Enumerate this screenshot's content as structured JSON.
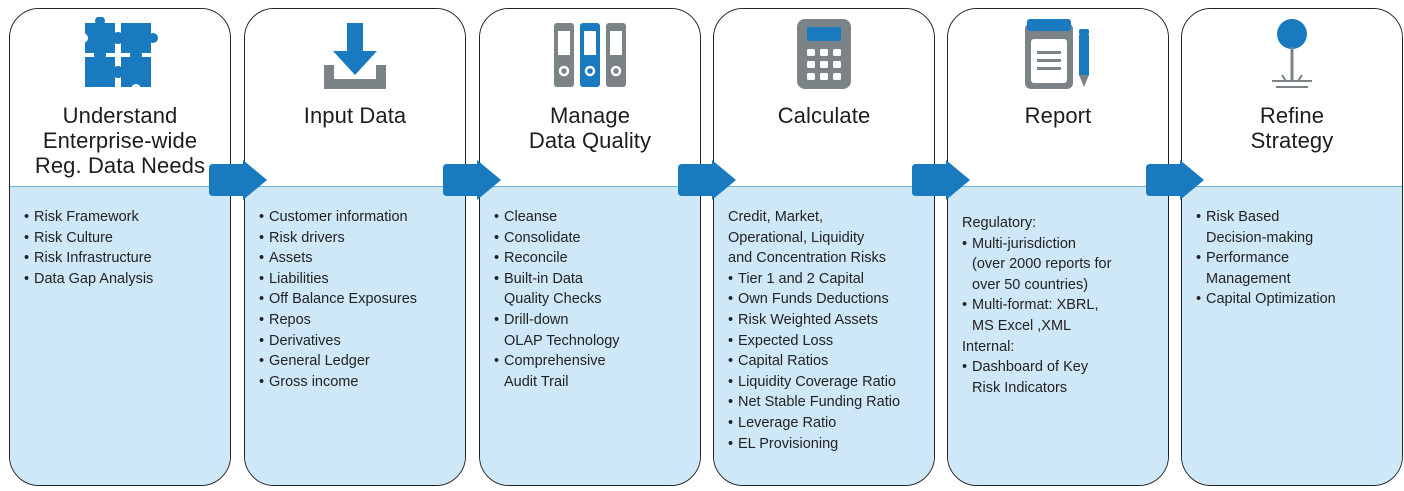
{
  "colors": {
    "accent": "#1a7ac0",
    "panel": "#cfe8f8",
    "border": "#1f2326",
    "icon_gray": "#7c8387"
  },
  "steps": [
    {
      "icon": "puzzle-icon",
      "title": [
        "Understand",
        "Enterprise-wide",
        "Reg. Data Needs"
      ],
      "items": [
        "Risk Framework",
        "Risk Culture",
        "Risk Infrastructure",
        "Data Gap Analysis"
      ]
    },
    {
      "icon": "download-icon",
      "title": [
        "Input Data"
      ],
      "items": [
        "Customer information",
        "Risk drivers",
        "Assets",
        "Liabilities",
        "Off Balance Exposures",
        "Repos",
        "Derivatives",
        "General Ledger",
        "Gross income"
      ]
    },
    {
      "icon": "binders-icon",
      "title": [
        "Manage",
        "Data Quality"
      ],
      "items": [
        "Cleanse",
        "Consolidate",
        "Reconcile",
        "Built-in Data",
        "Quality Checks",
        "Drill-down",
        "OLAP Technology",
        "Comprehensive",
        "Audit Trail"
      ]
    },
    {
      "icon": "calculator-icon",
      "title": [
        "Calculate"
      ],
      "intro": [
        "Credit, Market,",
        "Operational, Liquidity",
        "and Concentration Risks"
      ],
      "items": [
        "Tier 1 and 2 Capital",
        "Own Funds Deductions",
        "Risk Weighted Assets",
        "Expected Loss",
        "Capital Ratios",
        "Liquidity Coverage Ratio",
        "Net Stable Funding Ratio",
        "Leverage Ratio",
        "EL Provisioning"
      ]
    },
    {
      "icon": "clipboard-pencil-icon",
      "title": [
        "Report"
      ],
      "lines": [
        "Regulatory:",
        "Multi-jurisdiction",
        "(over 2000 reports for",
        "over 50 countries)",
        "Multi-format: XBRL,",
        "MS Excel ,XML",
        "Internal:",
        "Dashboard of Key",
        "Risk Indicators"
      ]
    },
    {
      "icon": "map-pin-icon",
      "title": [
        "Refine",
        "Strategy"
      ],
      "items": [
        "Risk Based",
        "Decision-making",
        "Performance",
        "Management",
        "Capital Optimization"
      ]
    }
  ]
}
